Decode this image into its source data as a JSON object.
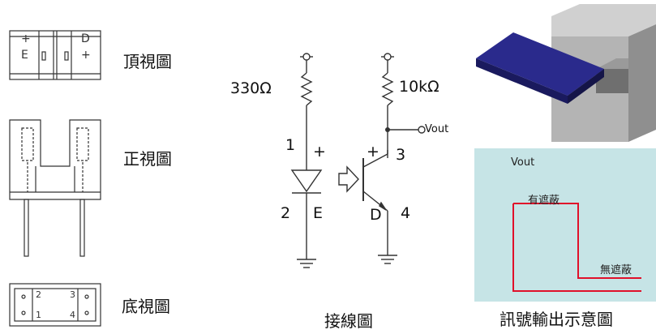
{
  "views": {
    "top_label": "頂視圖",
    "front_label": "正視圖",
    "bottom_label": "底視圖",
    "top_marks": [
      "+",
      "E",
      "D",
      "+"
    ],
    "bottom_pins": [
      "2",
      "3",
      "1",
      "4"
    ]
  },
  "circuit": {
    "r1": "330Ω",
    "r2": "10kΩ",
    "vout": "Vout",
    "pin1": "1",
    "pin1_sign": "+",
    "pin2": "2",
    "pin2_name": "E",
    "pin3_sign": "+",
    "pin3": "3",
    "pin4_name": "D",
    "pin4": "4",
    "caption": "接線圖"
  },
  "signal": {
    "axis_label": "Vout",
    "high_label": "有遮蔽",
    "low_label": "無遮蔽",
    "caption": "訊號輸出示意圖",
    "line_color": "#e0102a",
    "panel_color": "#c6e4e6"
  }
}
